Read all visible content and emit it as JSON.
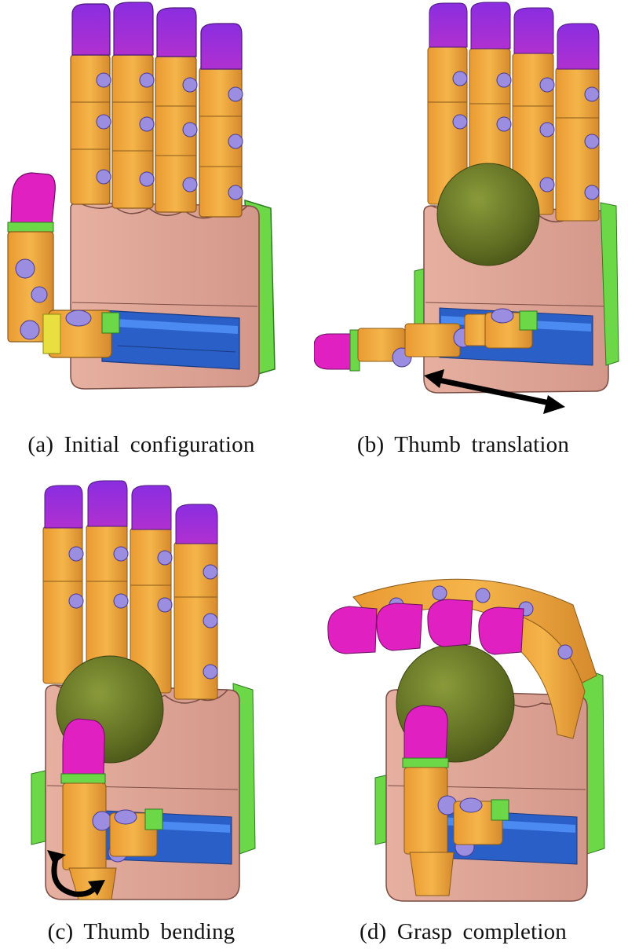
{
  "figure": {
    "panels": [
      {
        "id": "a",
        "caption": "(a) Initial configuration"
      },
      {
        "id": "b",
        "caption": "(b) Thumb translation"
      },
      {
        "id": "c",
        "caption": "(c) Thumb bending"
      },
      {
        "id": "d",
        "caption": "(d) Grasp completion"
      }
    ]
  },
  "colors": {
    "palm": "#e0a797",
    "palm_edge": "#8a5c52",
    "finger_link": "#f0a840",
    "finger_link_dark": "#c9822a",
    "joint": "#9b8ee0",
    "fingertip_dark": "#7f2ad0",
    "fingertip": "#e020c0",
    "side_plate": "#6cd848",
    "rail": "#3a6fd8",
    "ball": "#6b7a2a"
  }
}
